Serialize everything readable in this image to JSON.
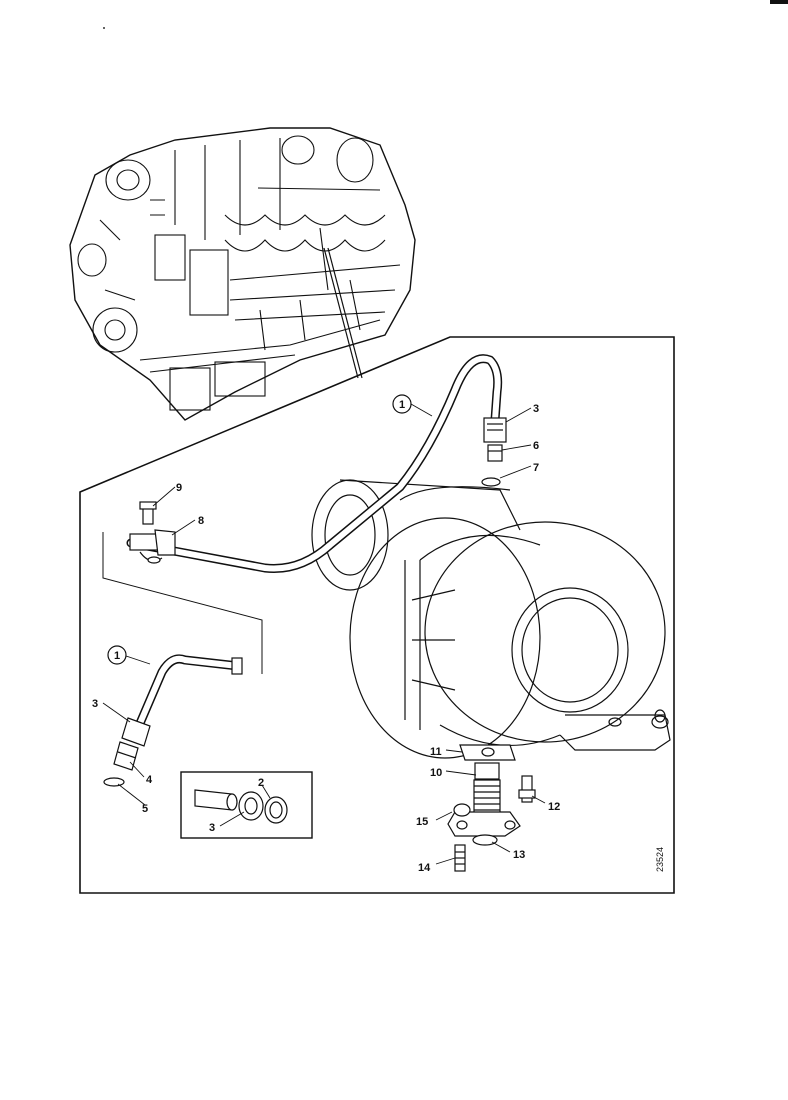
{
  "figure_id": "23524",
  "callouts": [
    {
      "key": "p1a",
      "text": "1"
    },
    {
      "key": "p3a",
      "text": "3"
    },
    {
      "key": "p6",
      "text": "6"
    },
    {
      "key": "p7",
      "text": "7"
    },
    {
      "key": "p9",
      "text": "9"
    },
    {
      "key": "p8",
      "text": "8"
    },
    {
      "key": "p1b",
      "text": "1"
    },
    {
      "key": "p3b",
      "text": "3"
    },
    {
      "key": "p4",
      "text": "4"
    },
    {
      "key": "p5",
      "text": "5"
    },
    {
      "key": "p2",
      "text": "2"
    },
    {
      "key": "p3c",
      "text": "3"
    },
    {
      "key": "p11",
      "text": "11"
    },
    {
      "key": "p10",
      "text": "10"
    },
    {
      "key": "p12",
      "text": "12"
    },
    {
      "key": "p15",
      "text": "15"
    },
    {
      "key": "p13",
      "text": "13"
    },
    {
      "key": "p14",
      "text": "14"
    }
  ]
}
